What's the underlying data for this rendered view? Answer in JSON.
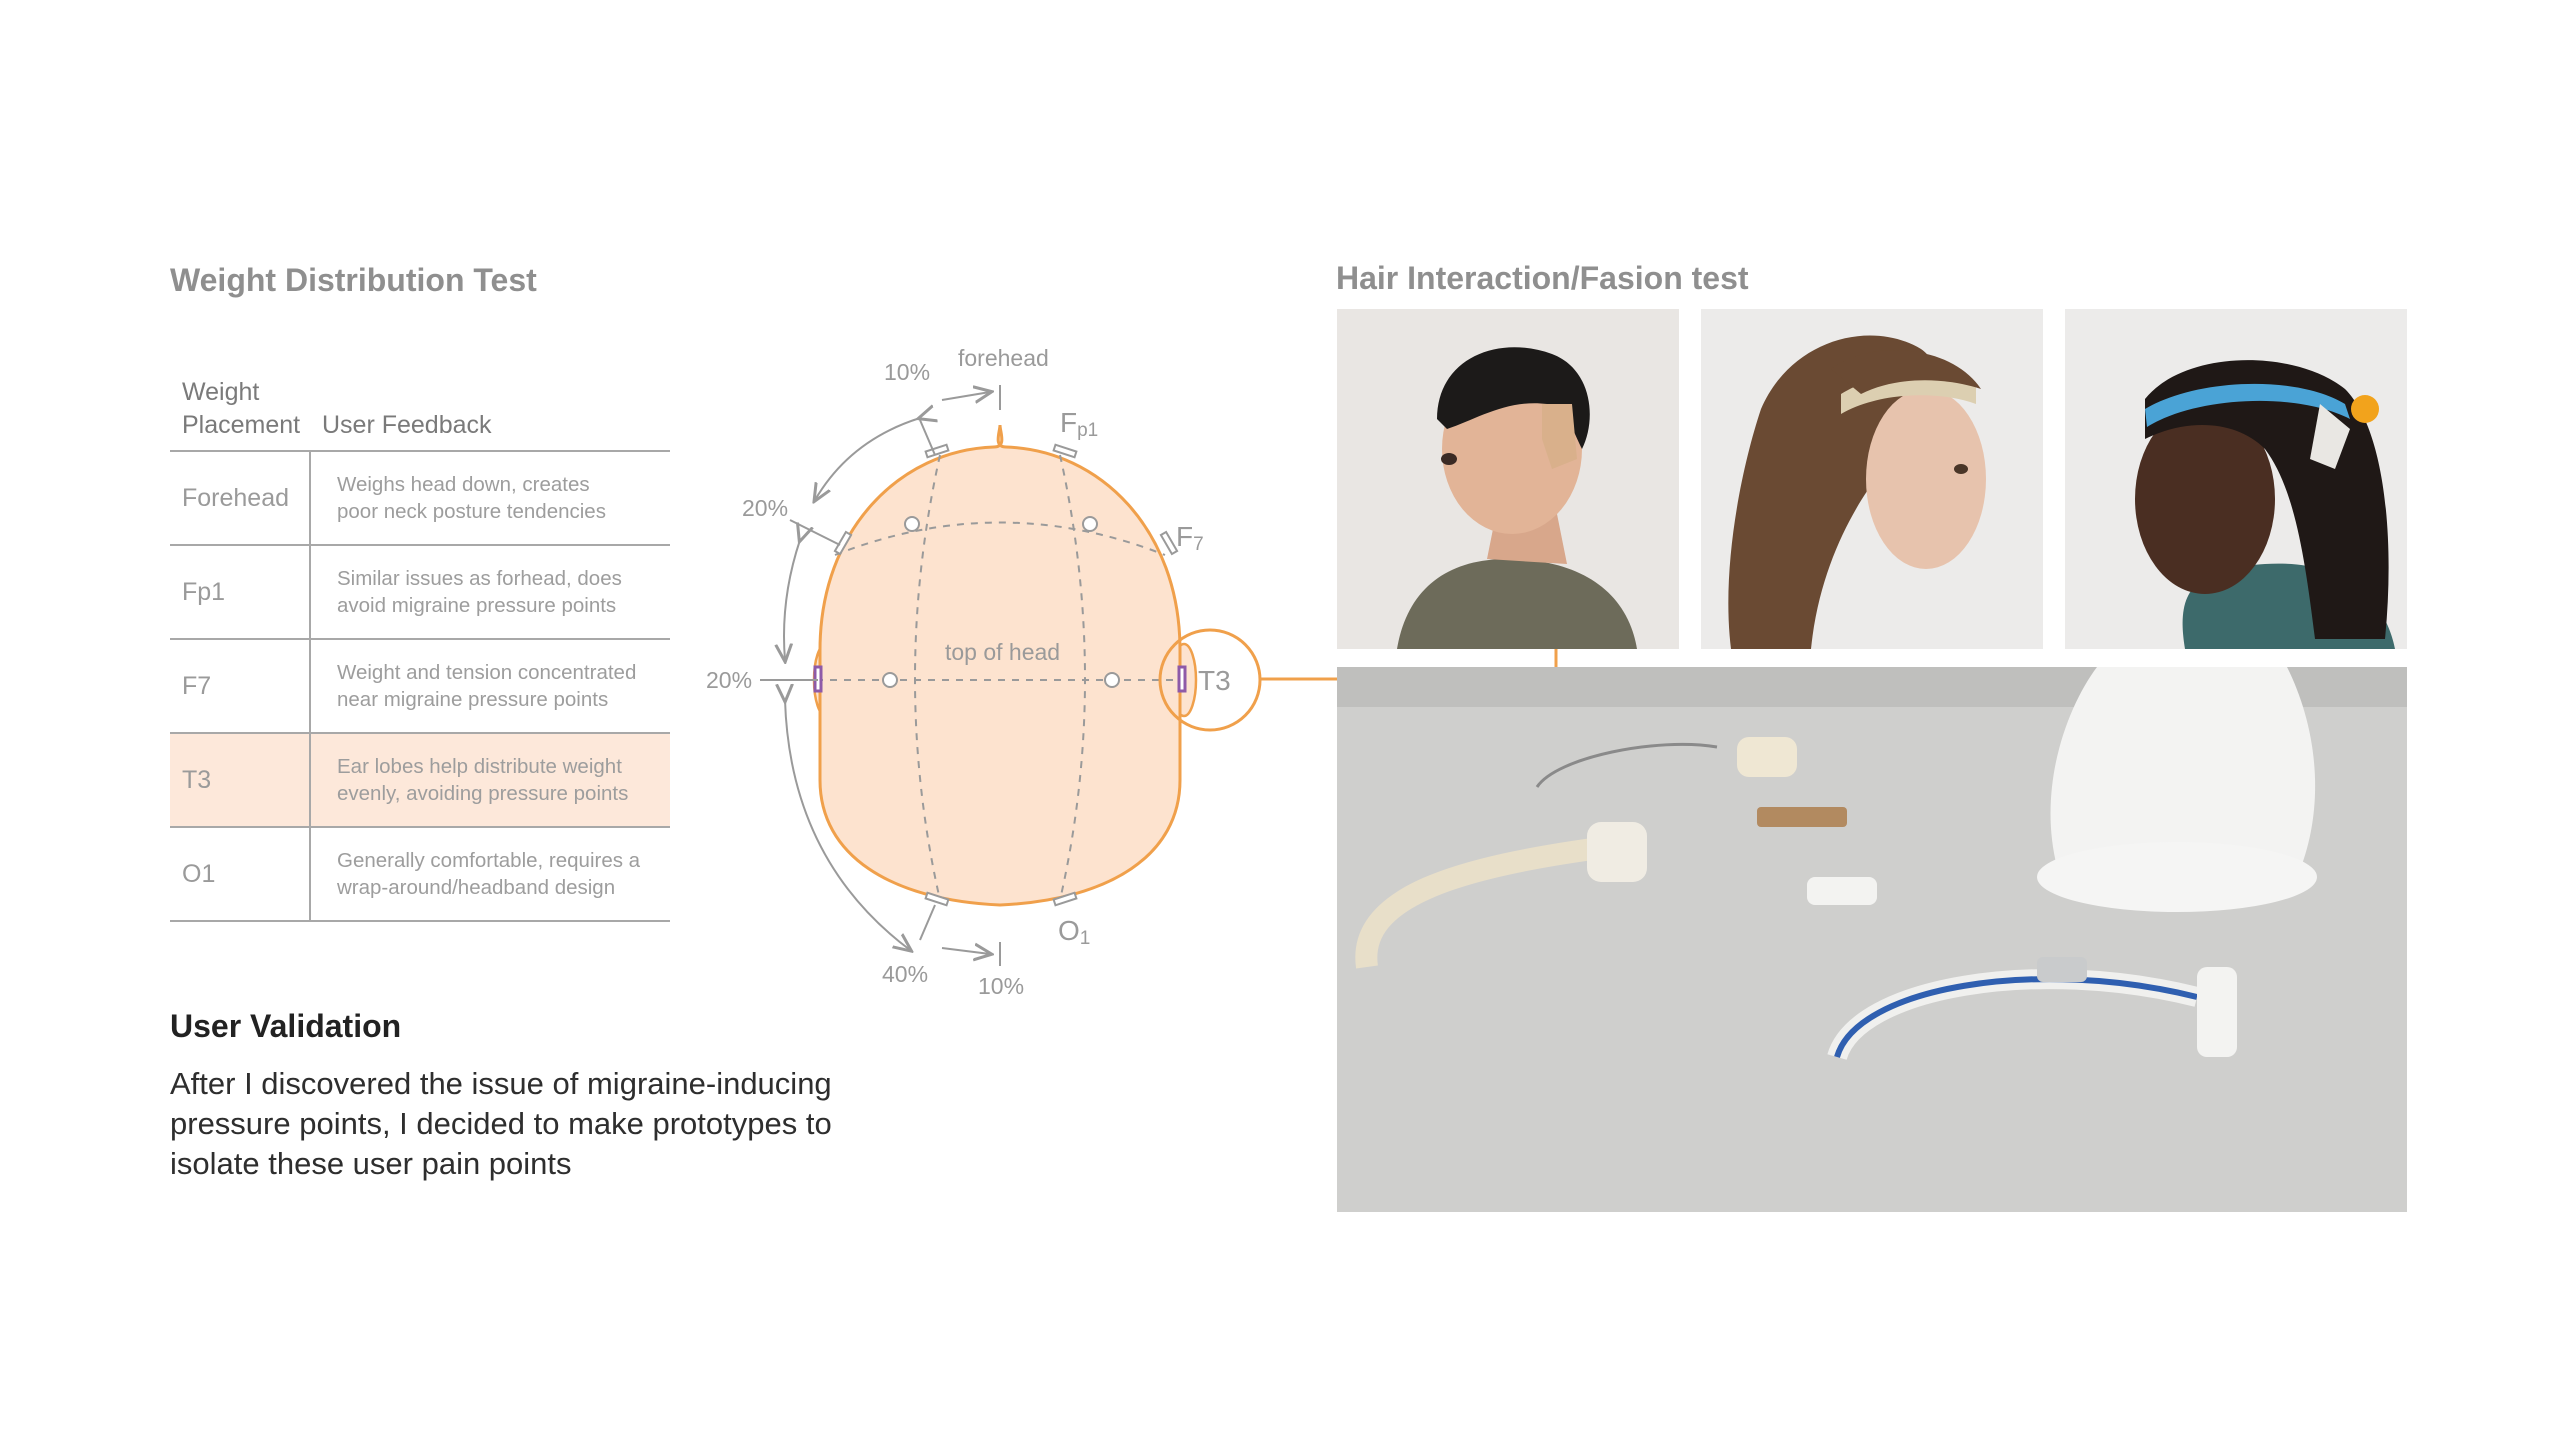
{
  "weight_section": {
    "title": "Weight Distribution Test",
    "table": {
      "headers": {
        "placement": "Weight\nPlacement",
        "feedback": "User Feedback"
      },
      "rows": [
        {
          "placement": "Forehead",
          "feedback": "Weighs head down, creates\npoor neck posture tendencies",
          "highlight": false
        },
        {
          "placement": "Fp1",
          "feedback": "Similar issues as forhead, does\navoid migraine pressure points",
          "highlight": false
        },
        {
          "placement": "F7",
          "feedback": "Weight and tension concentrated\nnear migraine pressure points",
          "highlight": false
        },
        {
          "placement": "T3",
          "feedback": "Ear lobes help distribute weight\nevenly, avoiding pressure points",
          "highlight": true
        },
        {
          "placement": "O1",
          "feedback": "Generally comfortable, requires a\nwrap-around/headband design",
          "highlight": false
        }
      ]
    }
  },
  "diagram": {
    "labels": {
      "forehead": "forehead",
      "top_of_head": "top of head",
      "fp1_main": "F",
      "fp1_sub": "p1",
      "f7_main": "F",
      "f7_sub": "7",
      "t3": "T3",
      "o1_main": "O",
      "o1_sub": "1"
    },
    "percents": {
      "top_10": "10%",
      "upper_20": "20%",
      "side_20": "20%",
      "lower_40": "40%",
      "bottom_10": "10%"
    },
    "colors": {
      "head_fill": "#fde3cf",
      "head_outline": "#f0a04b",
      "guide": "#9a9a9a",
      "electrode": "#8e5aa8"
    }
  },
  "validation": {
    "title": "User Validation",
    "body": "After I discovered the issue of migraine-inducing pressure points, I decided to make prototypes to isolate these user pain points"
  },
  "hair_section": {
    "title": "Hair Interaction/Fasion test"
  },
  "photos": {
    "photo_1": "photo-profile-person-1",
    "photo_2": "photo-profile-person-2",
    "photo_3": "photo-profile-person-3",
    "photo_4": "photo-prototypes-on-table"
  },
  "colors": {
    "accent": "#f0a04b",
    "highlight_row": "#fde8da"
  }
}
